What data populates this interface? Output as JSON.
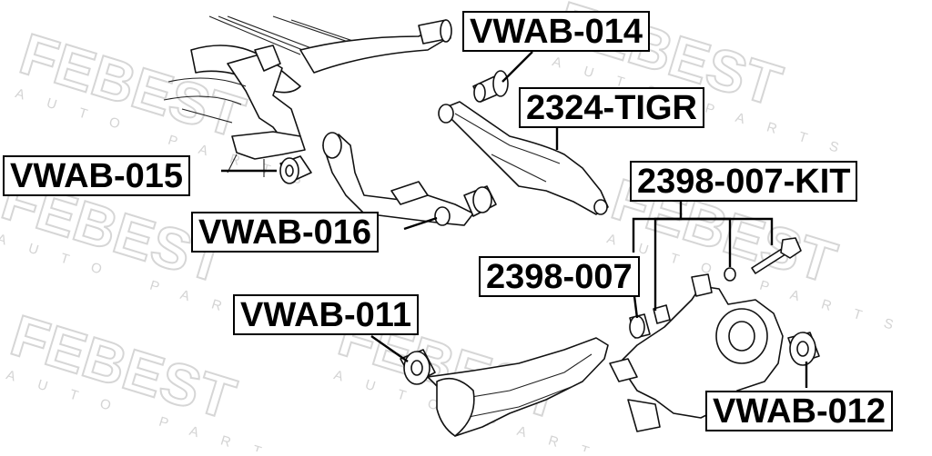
{
  "watermark": {
    "brand": "FEBEST",
    "tagline": "AUTO PARTS"
  },
  "labels": {
    "vwab_014": "VWAB-014",
    "tigr_2324": "2324-TIGR",
    "kit_2398_007": "2398-007-KIT",
    "vwab_015": "VWAB-015",
    "vwab_016": "VWAB-016",
    "p_2398_007": "2398-007",
    "vwab_011": "VWAB-011",
    "vwab_012": "VWAB-012"
  }
}
